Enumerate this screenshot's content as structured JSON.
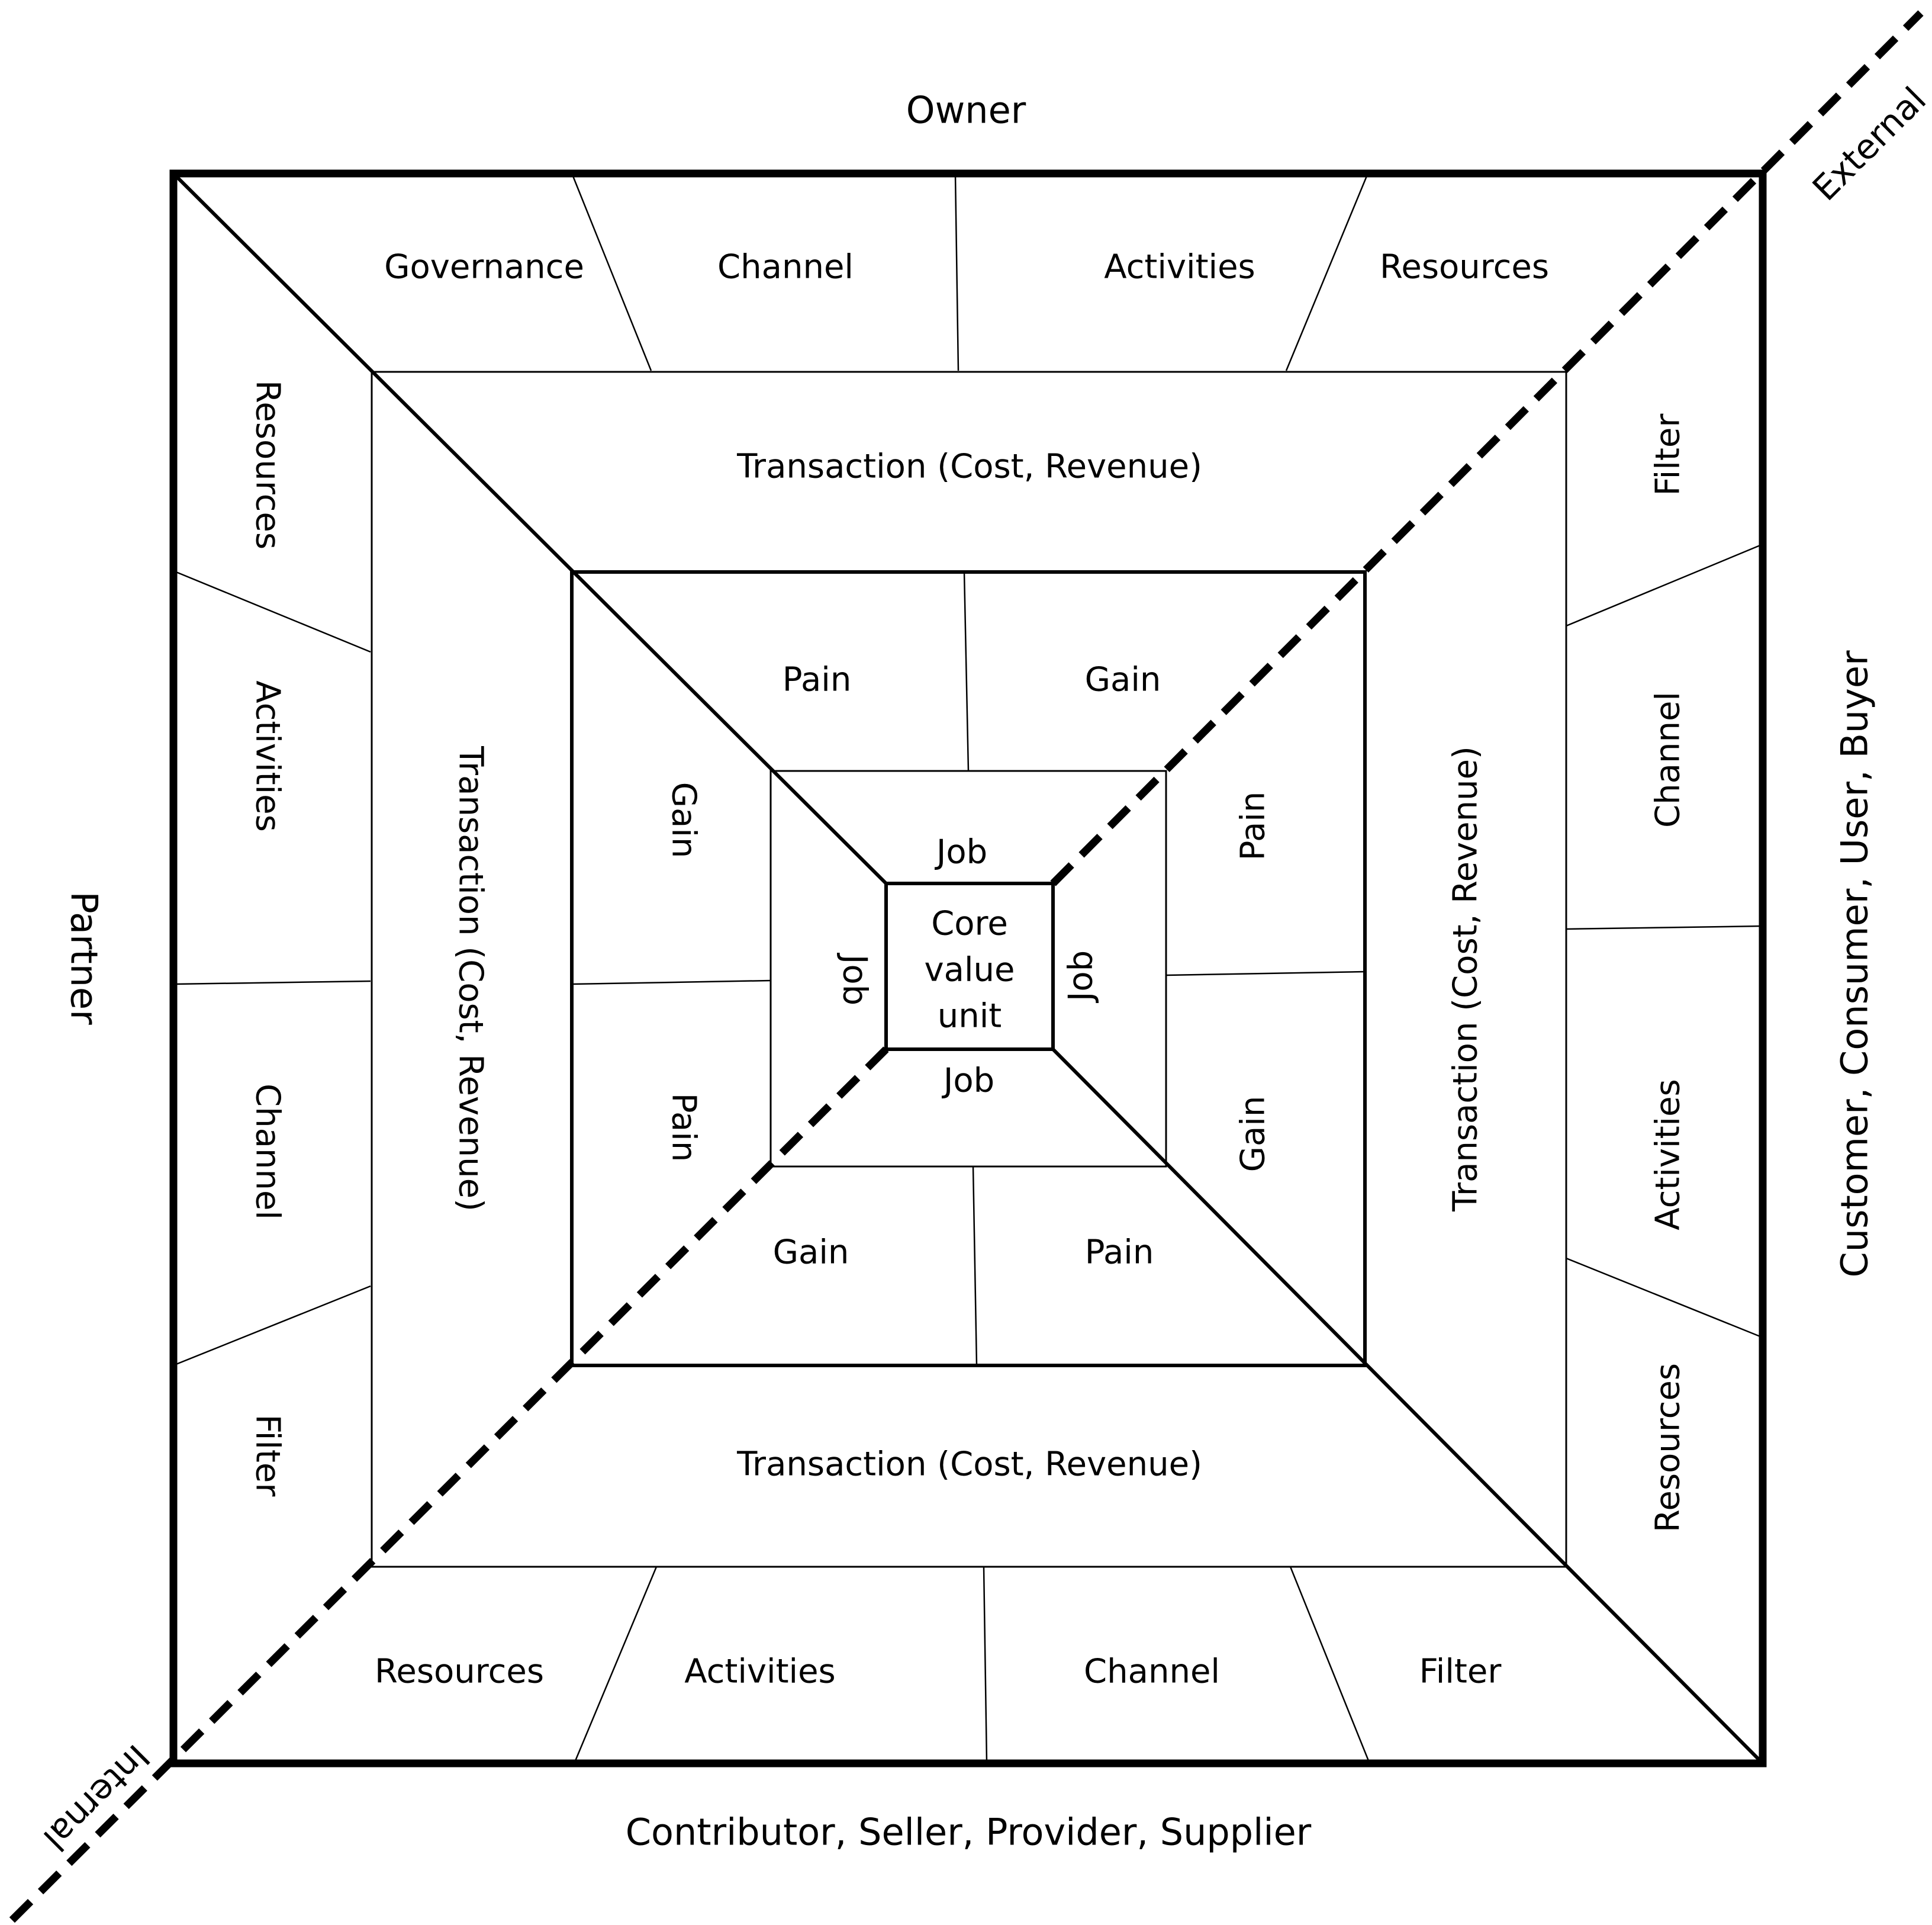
{
  "roles": {
    "top": "Owner",
    "left": "Partner",
    "right": "Customer, Consumer, User, Buyer",
    "bottom": "Contributor, Seller, Provider, Supplier"
  },
  "sides": {
    "external": "External",
    "internal": "Internal"
  },
  "outer_ring": {
    "top": [
      "Governance",
      "Channel",
      "Activities",
      "Resources"
    ],
    "right": [
      "Filter",
      "Channel",
      "Activities",
      "Resources"
    ],
    "bottom": [
      "Resources",
      "Activities",
      "Channel",
      "Filter"
    ],
    "left": [
      "Resources",
      "Activities",
      "Channel",
      "Filter"
    ]
  },
  "transaction_ring": {
    "top": "Transaction (Cost, Revenue)",
    "right": "Transaction (Cost, Revenue)",
    "bottom": "Transaction (Cost, Revenue)",
    "left": "Transaction (Cost, Revenue)"
  },
  "value_ring": {
    "top": [
      "Pain",
      "Gain"
    ],
    "right": [
      "Pain",
      "Gain"
    ],
    "bottom": [
      "Gain",
      "Pain"
    ],
    "left": [
      "Gain",
      "Pain"
    ]
  },
  "job_ring": {
    "top": "Job",
    "right": "Job",
    "bottom": "Job",
    "left": "Job"
  },
  "core": [
    "Core",
    "value",
    "unit"
  ],
  "colors": {
    "ink": "#000000",
    "background": "#ffffff"
  }
}
